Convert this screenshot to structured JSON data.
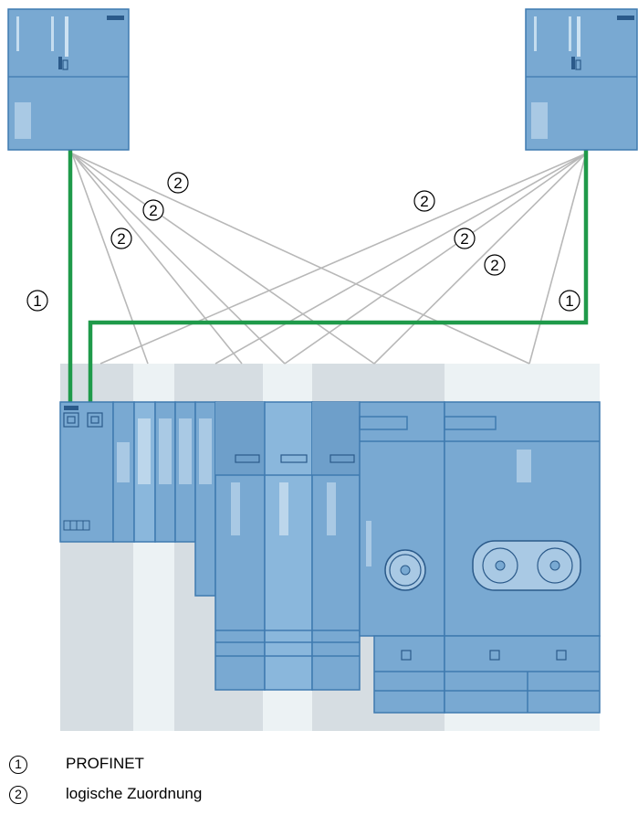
{
  "diagram": {
    "callouts": {
      "profinet": "1",
      "logical": "2"
    }
  },
  "legend": [
    {
      "number": "1",
      "text": "PROFINET"
    },
    {
      "number": "2",
      "text": "logische Zuordnung"
    }
  ],
  "colors": {
    "profinet_line": "#1f9a4a",
    "assignment_line": "#b8b8b8",
    "device_fill": "#79a9d2",
    "device_stroke": "#3f7ab0",
    "zone_dark": "#d6dde2",
    "zone_light": "#ecf2f4"
  }
}
